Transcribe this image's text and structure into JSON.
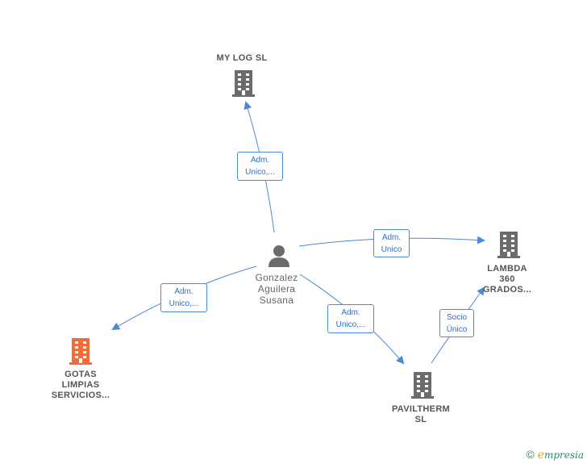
{
  "nodes": {
    "my_log": {
      "lines": [
        "MY LOG  SL"
      ]
    },
    "lambda": {
      "lines": [
        "LAMBDA",
        "360",
        "GRADOS..."
      ]
    },
    "person": {
      "lines": [
        "Gonzalez",
        "Aguilera",
        "Susana"
      ]
    },
    "gotas": {
      "lines": [
        "GOTAS",
        "LIMPIAS",
        "SERVICIOS..."
      ]
    },
    "paviltherm": {
      "lines": [
        "PAVILTHERM",
        "SL"
      ]
    }
  },
  "edges": {
    "to_my_log": [
      "Adm.",
      "Unico,..."
    ],
    "to_lambda": [
      "Adm.",
      "Unico"
    ],
    "to_gotas": [
      "Adm.",
      "Unico,..."
    ],
    "to_paviltherm": [
      "Adm.",
      "Unico,..."
    ],
    "paviltherm_to_lambda": [
      "Socio",
      "Único"
    ]
  },
  "colors": {
    "company": "#6b6b6b",
    "company_highlight": "#f26b3a",
    "person": "#6b6b6b",
    "edge": "#4a8ad6"
  },
  "footer": {
    "copyright": "©",
    "brand_initial": "e",
    "brand_rest": "mpresia"
  }
}
